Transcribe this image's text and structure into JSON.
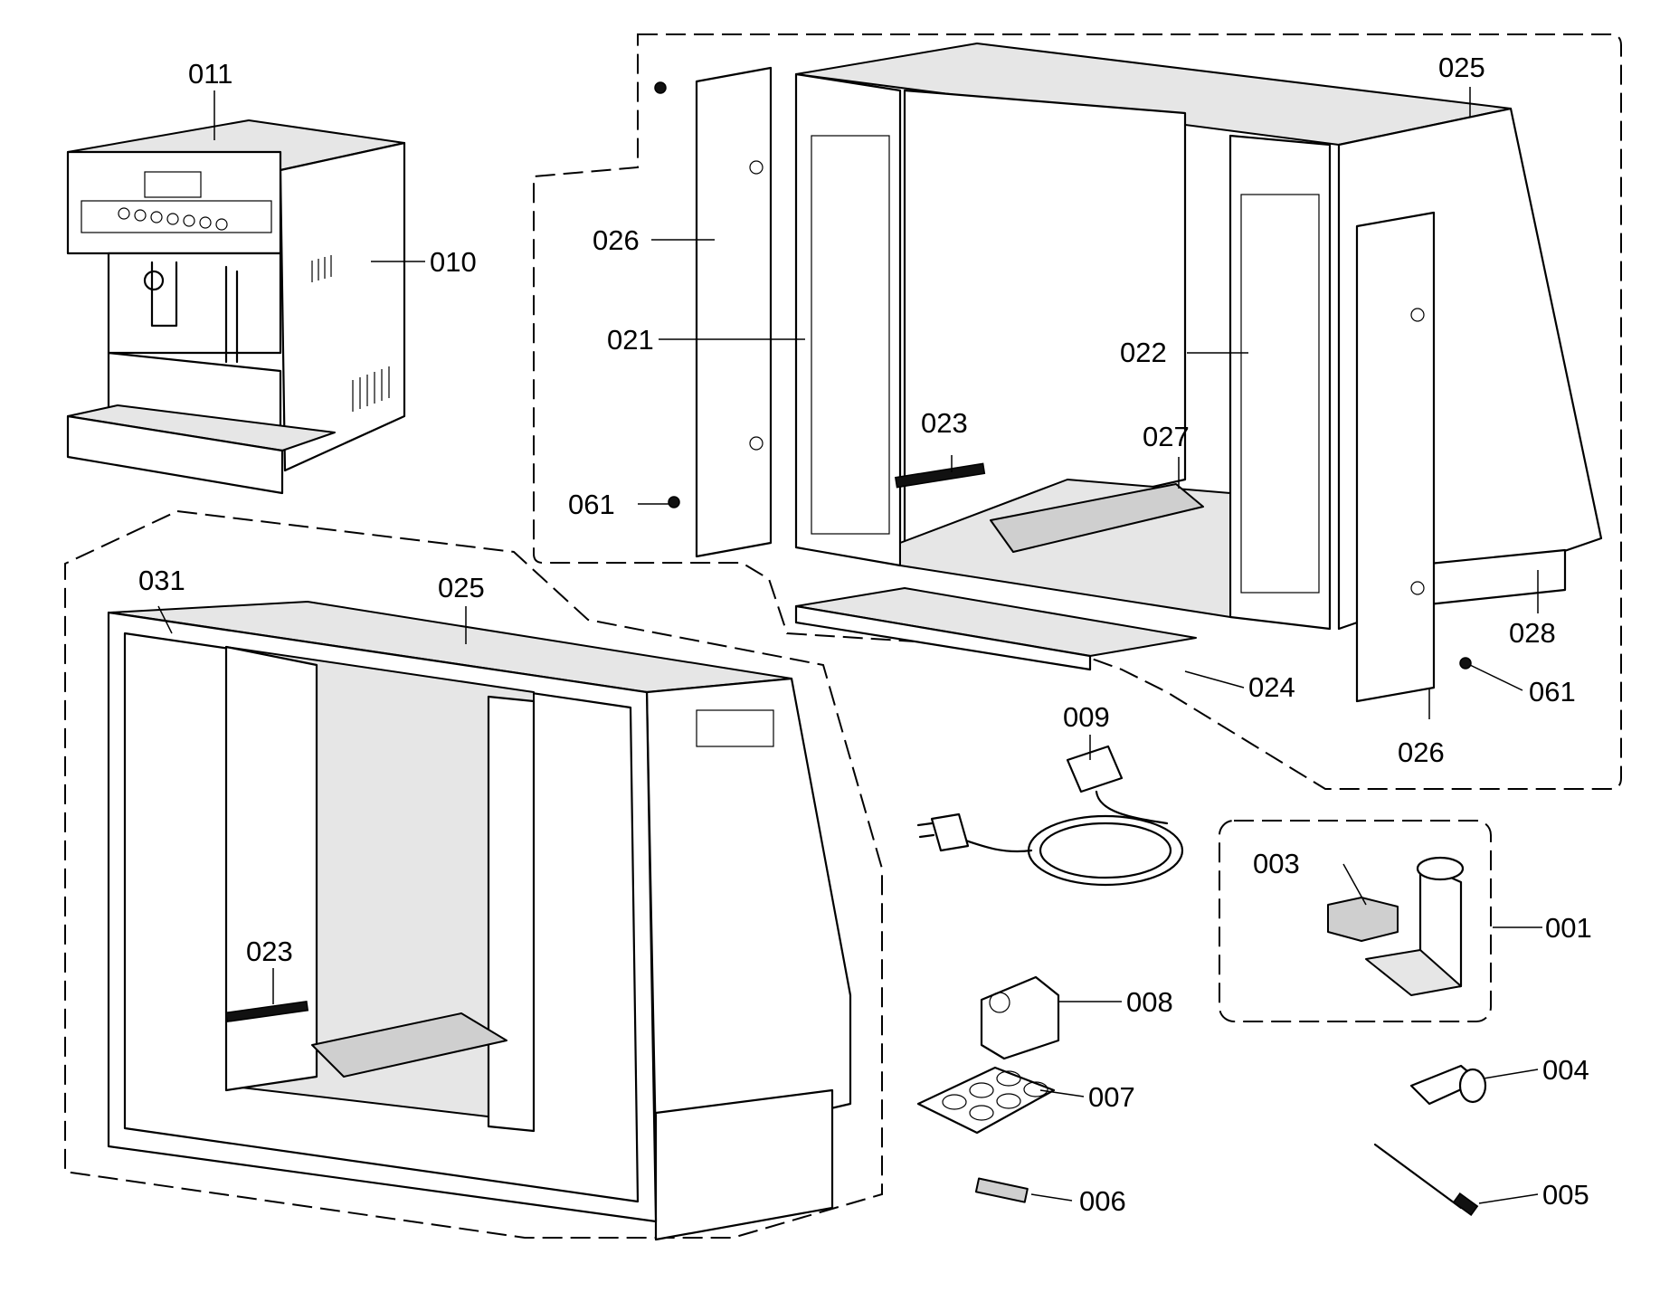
{
  "labels": {
    "l011": "011",
    "l010": "010",
    "l026a": "026",
    "l021": "021",
    "l061a": "061",
    "l023a": "023",
    "l022": "022",
    "l027": "027",
    "l025a": "025",
    "l028": "028",
    "l024": "024",
    "l061b": "061",
    "l026b": "026",
    "l031": "031",
    "l025b": "025",
    "l023b": "023",
    "l009": "009",
    "l003": "003",
    "l001": "001",
    "l008": "008",
    "l004": "004",
    "l007": "007",
    "l005": "005",
    "l006": "006"
  }
}
